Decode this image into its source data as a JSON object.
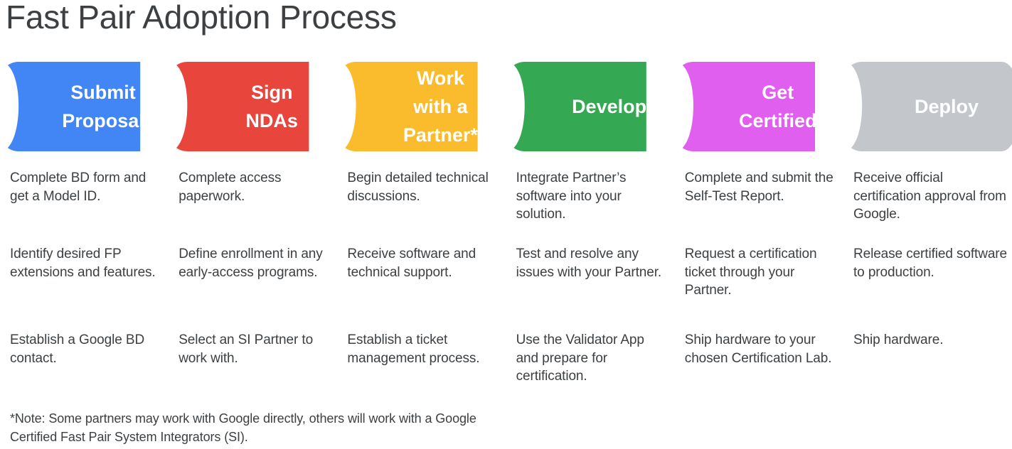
{
  "title": "Fast Pair Adoption Process",
  "colors": {
    "blue": "#4285F4",
    "red": "#E8453C",
    "yellow": "#FABC2D",
    "green": "#35A853",
    "magenta": "#E05FEF",
    "grey": "#C3C7CB",
    "text": "#3C4043",
    "ribbon_label": "#FFFFFF",
    "background": "#FFFFFF"
  },
  "stages": [
    {
      "id": "submit-proposal",
      "label": "Submit\nProposal",
      "label_lines": [
        "Submit",
        "Proposal"
      ],
      "color": "#4285F4",
      "bullets": [
        "Complete BD form and get a Model ID.",
        "Identify desired FP extensions and features.",
        "Establish a Google BD contact."
      ]
    },
    {
      "id": "sign-ndas",
      "label": "Sign\nNDAs",
      "label_lines": [
        "Sign",
        "NDAs"
      ],
      "color": "#E8453C",
      "bullets": [
        "Complete access paperwork.",
        "Define enrollment in any early-access programs.",
        "Select an SI Partner to work with."
      ]
    },
    {
      "id": "work-with-a-partner",
      "label": "Work\nwith a\nPartner*",
      "label_lines": [
        "Work",
        "with a",
        "Partner*"
      ],
      "color": "#FABC2D",
      "bullets": [
        "Begin detailed technical discussions.",
        "Receive software and technical support.",
        "Establish a ticket management process."
      ]
    },
    {
      "id": "develop",
      "label": "Develop",
      "label_lines": [
        "Develop"
      ],
      "color": "#35A853",
      "bullets": [
        "Integrate Partner’s software into your solution.",
        "Test and resolve any issues with your Partner.",
        "Use the Validator App and prepare for certification."
      ]
    },
    {
      "id": "get-certified",
      "label": "Get\nCertified",
      "label_lines": [
        "Get",
        "Certified"
      ],
      "color": "#E05FEF",
      "bullets": [
        "Complete and submit the Self-Test Report.",
        "Request a certification ticket through your Partner.",
        "Ship hardware to your chosen Certification Lab."
      ]
    },
    {
      "id": "deploy",
      "label": "Deploy",
      "label_lines": [
        "Deploy"
      ],
      "color": "#C3C7CB",
      "bullets": [
        "Receive official certification approval from Google.",
        "Release certified software to production.",
        "Ship hardware."
      ]
    }
  ],
  "footnote": "*Note: Some partners may work with Google directly, others will work with a Google Certified Fast Pair System Integrators (SI)."
}
